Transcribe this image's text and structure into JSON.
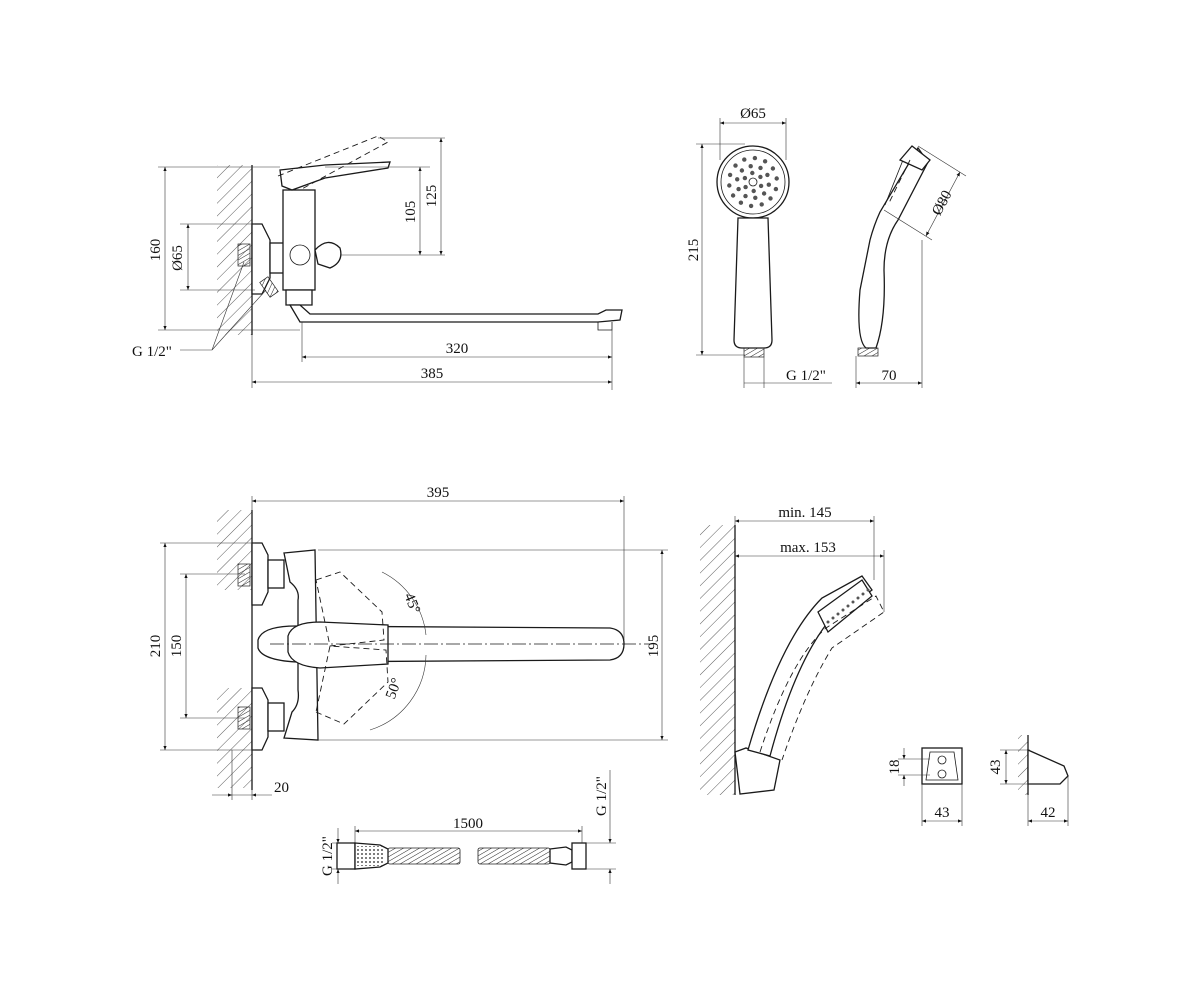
{
  "dimensions": {
    "mixer_side": {
      "height_total": "160",
      "outlet_diameter": "Ø65",
      "lever_height": "105",
      "lever_top": "125",
      "spout_reach": "320",
      "total_length": "385",
      "thread": "G 1/2\""
    },
    "hand_shower": {
      "head_diameter_front": "Ø65",
      "length": "215",
      "thread": "G 1/2\"",
      "head_diameter_side": "Ø80",
      "depth": "70"
    },
    "mixer_top": {
      "length": "395",
      "inlet_span_total": "210",
      "inlet_center": "150",
      "spout_height": "195",
      "angle_up": "45°",
      "angle_down": "50°",
      "wall_offset": "20"
    },
    "holder": {
      "min_length": "min. 145",
      "max_length": "max. 153"
    },
    "bracket": {
      "front_height": "18",
      "front_width": "43",
      "side_height": "43",
      "side_width": "42"
    },
    "hose": {
      "length": "1500",
      "thread_left": "G 1/2\"",
      "thread_right": "G 1/2\""
    }
  }
}
